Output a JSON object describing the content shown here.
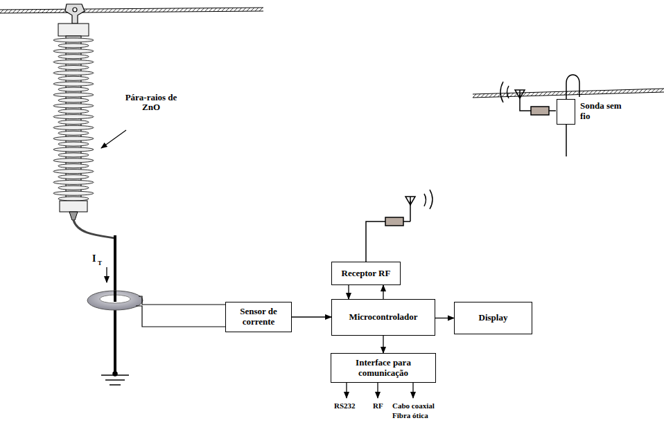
{
  "diagram": {
    "nodes": [
      {
        "text": [
          "Receptor RF"
        ]
      },
      {
        "text": [
          "Sensor de corrente"
        ]
      },
      {
        "text": [
          "Microcontrolador"
        ]
      },
      {
        "text": [
          "Display"
        ]
      },
      {
        "text": [
          "Interface para comunicação"
        ]
      },
      {
        "text": [
          "Sonda sem fio"
        ]
      }
    ],
    "edges": [
      {
        "from": 1,
        "to": 2,
        "arrow": "to"
      },
      {
        "from": 2,
        "to": 0,
        "arrow": "to"
      },
      {
        "from": 0,
        "to": 2,
        "arrow": "to"
      },
      {
        "from": 2,
        "to": 3,
        "arrow": "to"
      },
      {
        "from": 2,
        "to": 4,
        "arrow": "to"
      }
    ],
    "labels": [
      "Pára-raios de ZnO",
      "I",
      "T",
      "RS232",
      "RF",
      "Cabo coaxial",
      "Fibra ótica"
    ]
  }
}
